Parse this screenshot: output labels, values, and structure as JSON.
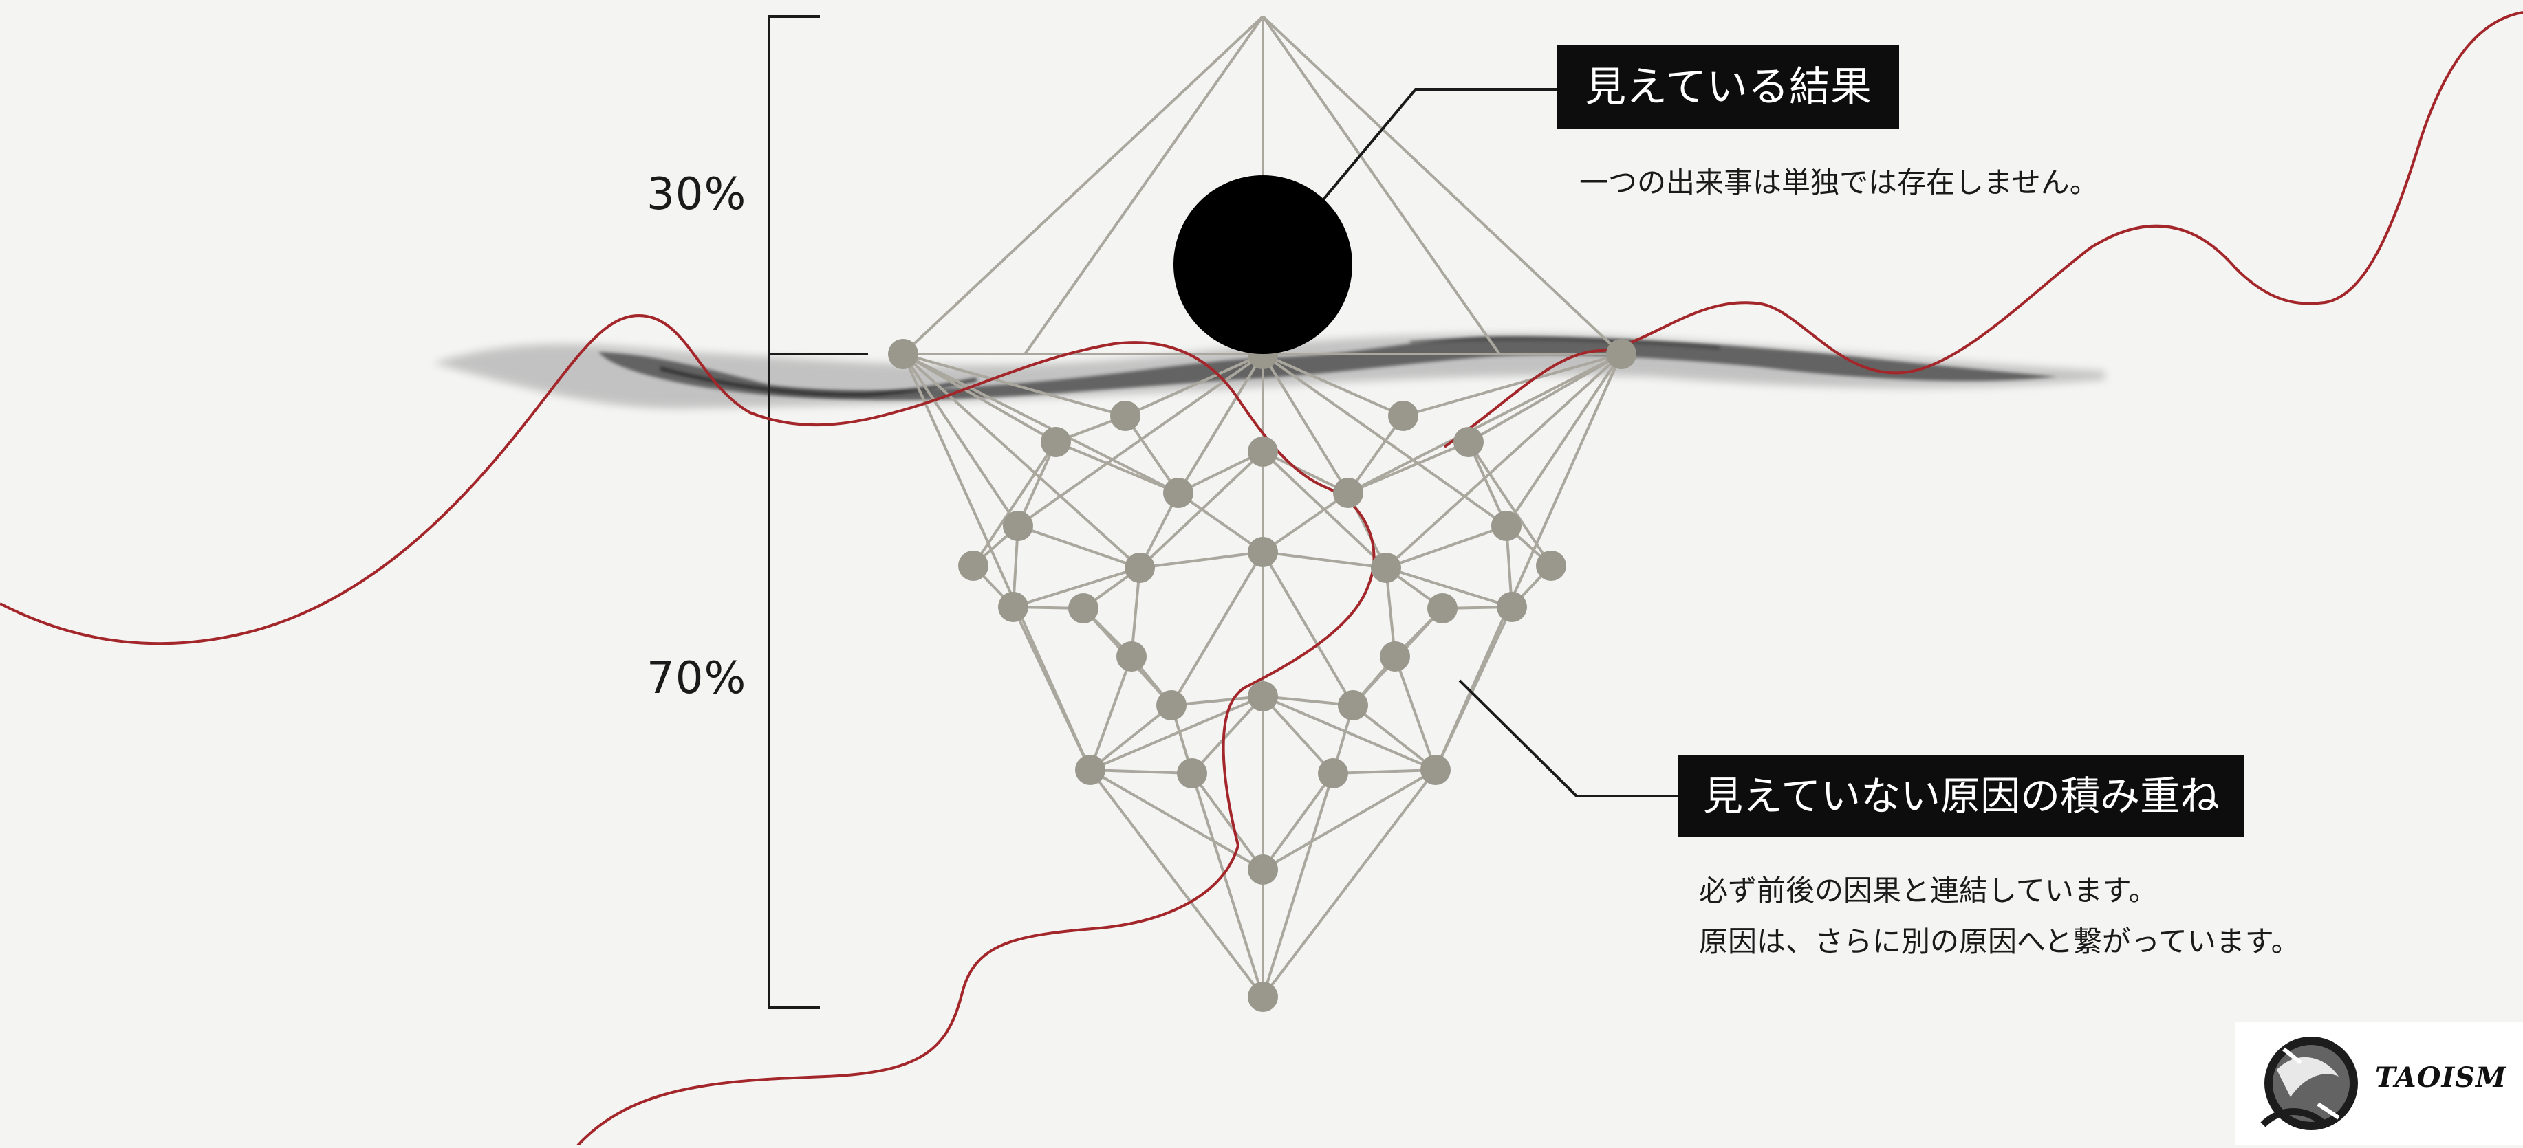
{
  "scale": {
    "upper_label": "30%",
    "lower_label": "70%"
  },
  "visible_result": {
    "title": "見えている結果",
    "description": "一つの出来事は単独では存在しません。"
  },
  "hidden_causes": {
    "title": "見えていない原因の積み重ね",
    "lines": [
      "必ず前後の因果と連結しています。",
      "原因は、さらに別の原因へと繋がっています。"
    ]
  },
  "logo": {
    "text": "TAOISM"
  },
  "colors": {
    "background": "#f4f4f3",
    "node": "#9a978c",
    "edge": "#aaa89e",
    "thread": "#a3262a",
    "ink": "#0d0d0d"
  }
}
